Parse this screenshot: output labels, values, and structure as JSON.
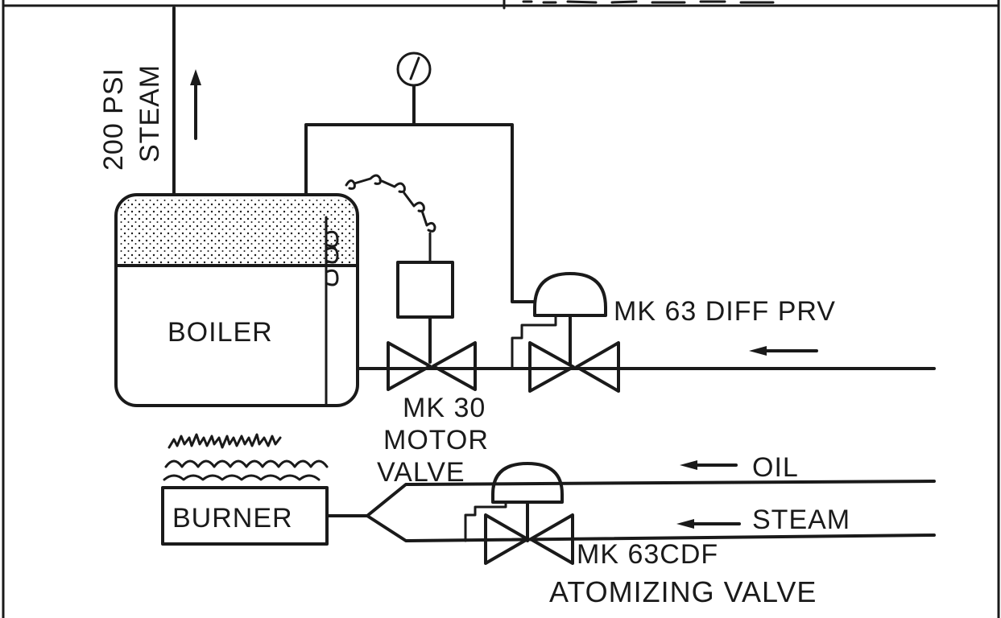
{
  "diagram": {
    "labels": {
      "steam_out_line1": "200 PSI",
      "steam_out_line2": "STEAM",
      "boiler": "BOILER",
      "burner": "BURNER",
      "diff_prv": "MK 63 DIFF PRV",
      "motor_valve_line1": "MK 30",
      "motor_valve_line2": "MOTOR",
      "motor_valve_line3": "VALVE",
      "oil": "OIL",
      "steam_in": "STEAM",
      "atomizing_line1": "MK 63CDF",
      "atomizing_line2": "ATOMIZING VALVE"
    },
    "colors": {
      "ink": "#1a1a1a",
      "background": "#ffffff"
    }
  }
}
